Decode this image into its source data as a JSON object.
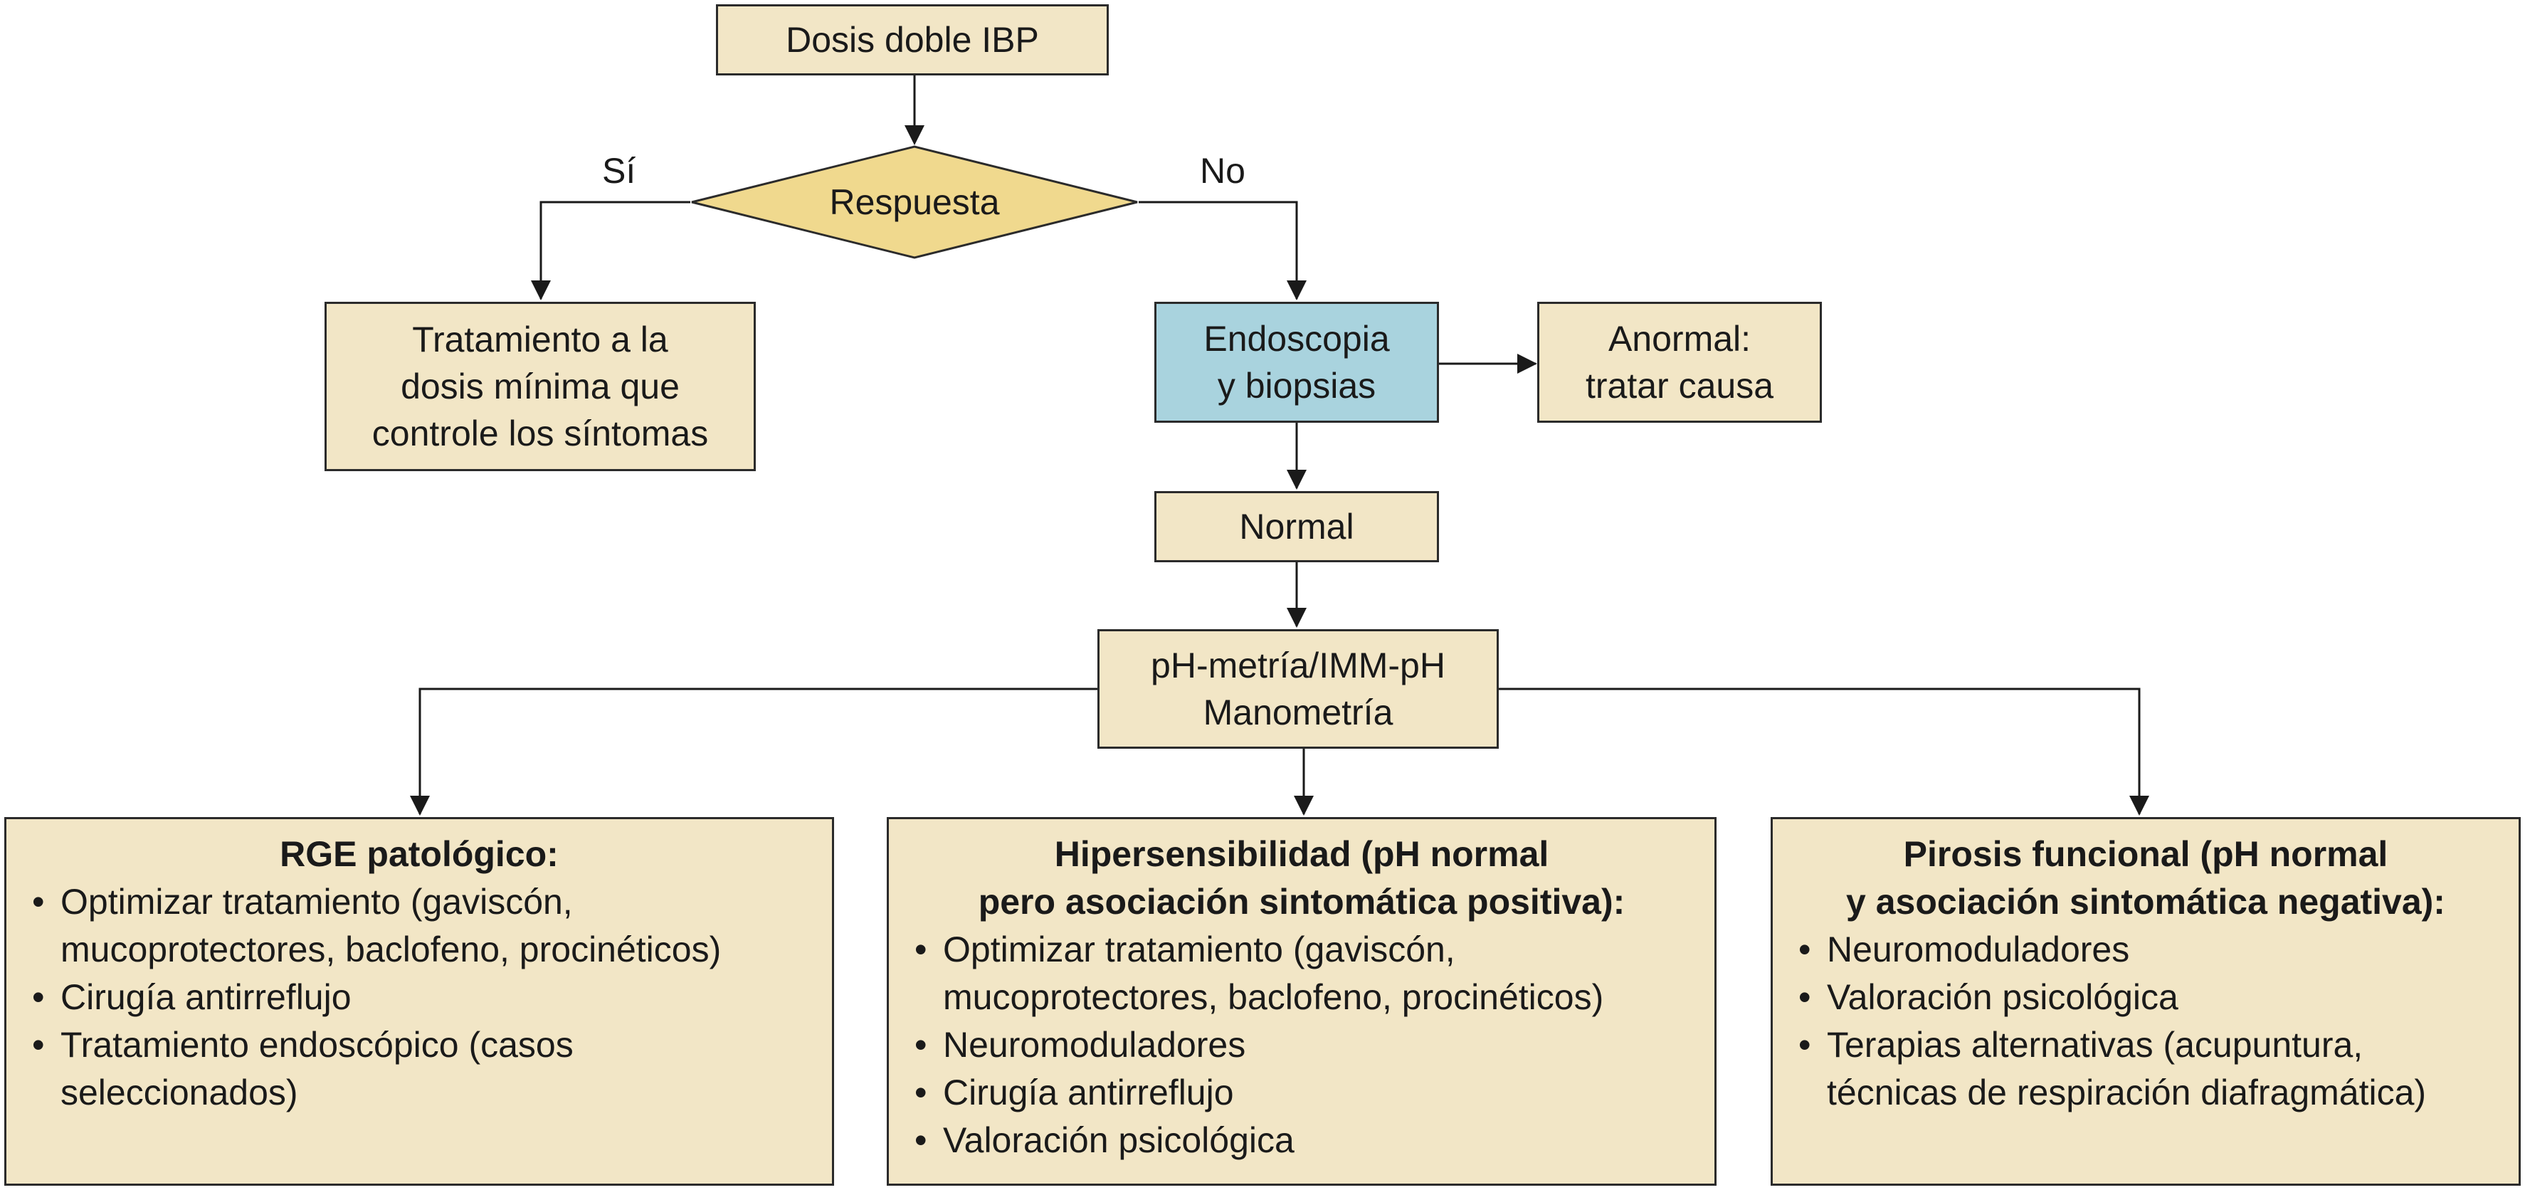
{
  "diagram": {
    "start": {
      "label": "Dosis doble IBP"
    },
    "decision": {
      "label": "Respuesta",
      "yes_label": "Sí",
      "no_label": "No"
    },
    "treat_min": {
      "lines": [
        "Tratamiento a la",
        "dosis mínima que",
        "controle los síntomas"
      ]
    },
    "endoscopy": {
      "lines": [
        "Endoscopia",
        "y biopsias"
      ]
    },
    "abnormal": {
      "lines": [
        "Anormal:",
        "tratar causa"
      ]
    },
    "normal": {
      "label": "Normal"
    },
    "ph": {
      "lines": [
        "pH-metría/IMM-pH",
        "Manometría"
      ]
    },
    "outcomes": [
      {
        "title": [
          "RGE patológico:"
        ],
        "items": [
          [
            "Optimizar tratamiento (gaviscón,",
            "mucoprotectores, baclofeno, procinéticos)"
          ],
          [
            "Cirugía antirreflujo"
          ],
          [
            "Tratamiento endoscópico (casos",
            "seleccionados)"
          ]
        ]
      },
      {
        "title": [
          "Hipersensibilidad (pH normal",
          "pero asociación sintomática positiva):"
        ],
        "items": [
          [
            "Optimizar tratamiento (gaviscón,",
            "mucoprotectores, baclofeno, procinéticos)"
          ],
          [
            "Neuromoduladores"
          ],
          [
            "Cirugía antirreflujo"
          ],
          [
            "Valoración psicológica"
          ]
        ]
      },
      {
        "title": [
          "Pirosis funcional (pH normal",
          "y asociación sintomática negativa):"
        ],
        "items": [
          [
            "Neuromoduladores"
          ],
          [
            "Valoración psicológica"
          ],
          [
            "Terapias alternativas (acupuntura,",
            "técnicas de respiración diafragmática)"
          ]
        ]
      }
    ],
    "bullet": "•"
  },
  "colors": {
    "box_fill": "#f2e6c6",
    "decision_fill": "#f0d98e",
    "endoscopy_fill": "#a9d3de",
    "stroke": "#2b2b2b"
  }
}
